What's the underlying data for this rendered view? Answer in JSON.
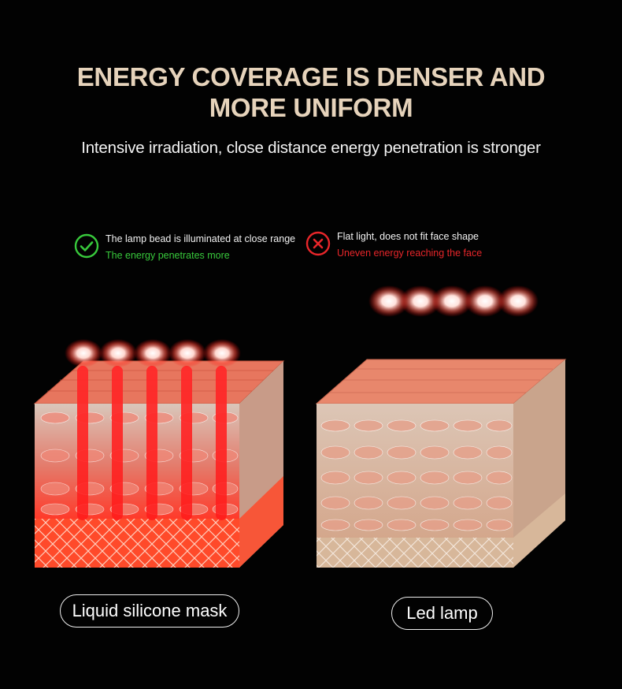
{
  "header": {
    "title_line1": "ENERGY COVERAGE IS DENSER AND",
    "title_line2": "MORE UNIFORM",
    "subtitle": "Intensive irradiation, close distance energy penetration is stronger"
  },
  "comparison": {
    "good": {
      "icon": "check-circle-icon",
      "line1": "The lamp bead is illuminated at close range",
      "line2": "The energy penetrates more",
      "color": "#38c93c"
    },
    "bad": {
      "icon": "x-circle-icon",
      "line1": "Flat light, does not fit face shape",
      "line2": "Uneven energy reaching the face",
      "color": "#e8262a"
    }
  },
  "products": {
    "left_label": "Liquid silicone mask",
    "right_label": "Led lamp"
  },
  "colors": {
    "title": "#e6d3bb",
    "background": "#020202",
    "red_energy": "#ff1e1e",
    "skin_tan": "#d7b79a"
  }
}
